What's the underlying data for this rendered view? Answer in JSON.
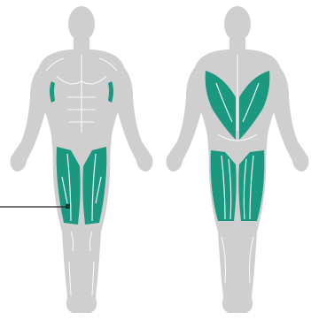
{
  "colors": {
    "background": "#ffffff",
    "body": "#cfcfcf",
    "muscle_highlight": "#1a9980",
    "leader_line": "#222222"
  },
  "views": [
    {
      "id": "front",
      "highlighted_muscles": [
        "latissimus-dorsi-side",
        "quadriceps"
      ]
    },
    {
      "id": "back",
      "highlighted_muscles": [
        "latissimus-dorsi",
        "hamstrings"
      ]
    }
  ],
  "callout": {
    "target": "quadriceps",
    "label": ""
  }
}
